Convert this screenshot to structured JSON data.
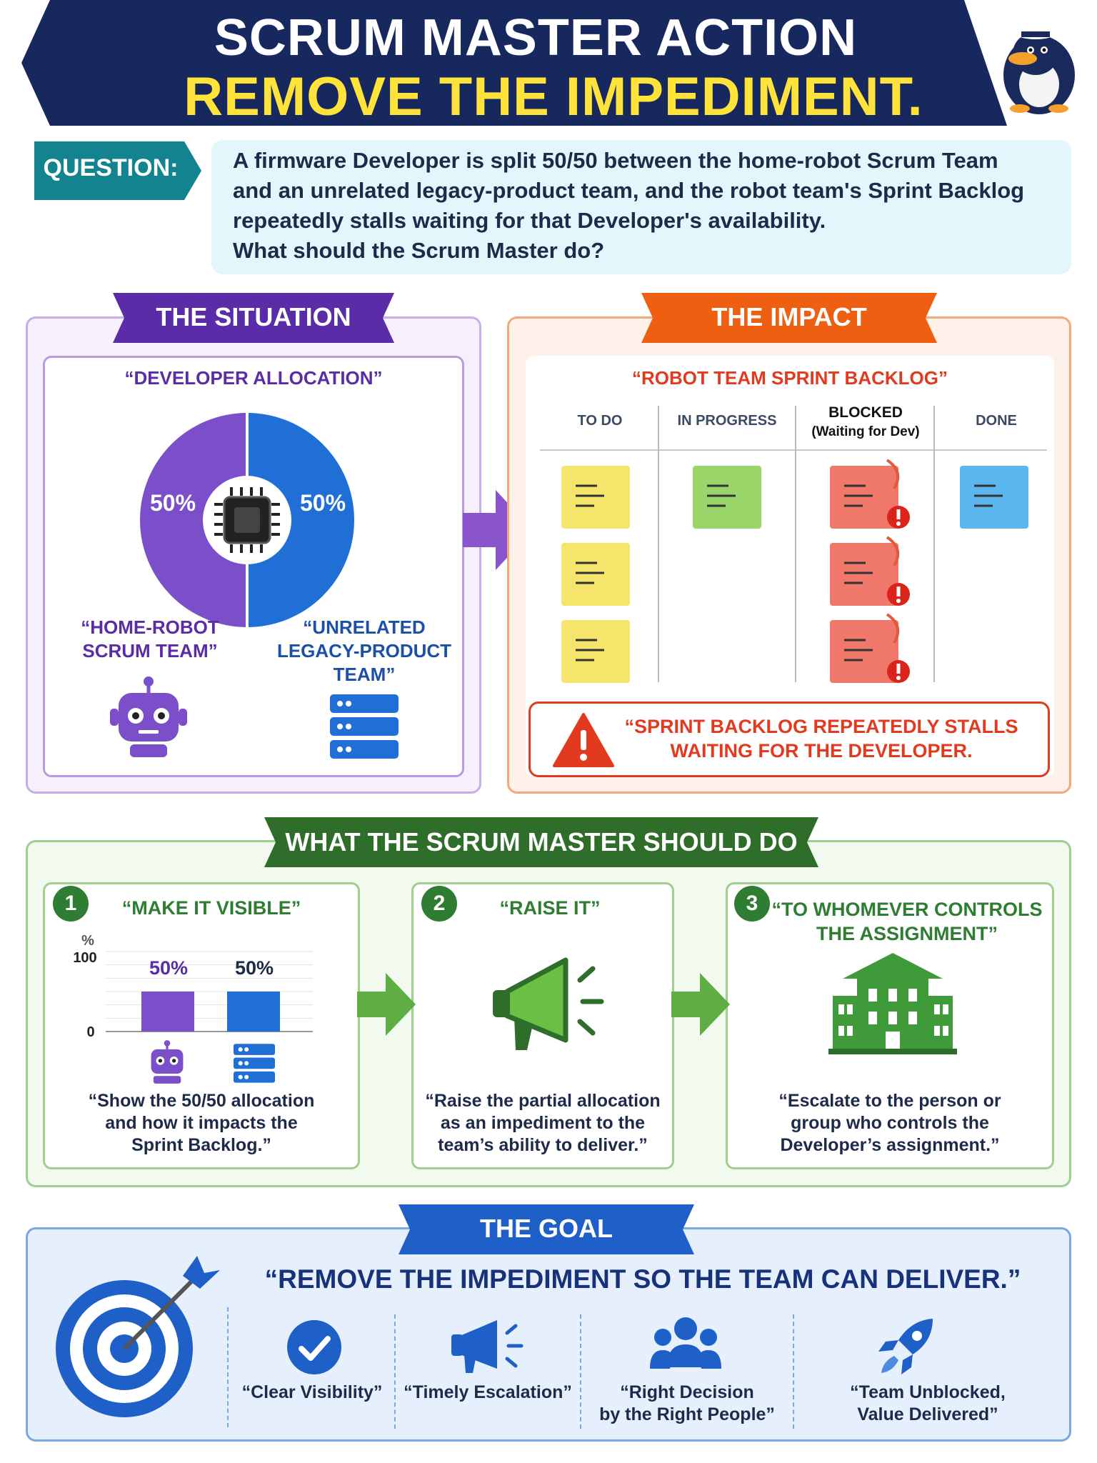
{
  "header": {
    "title_line1": "SCRUM MASTER ACTION",
    "title_line2": "REMOVE THE IMPEDIMENT."
  },
  "question": {
    "tag": "QUESTION:",
    "lines": [
      "A firmware Developer is split 50/50 between the home-robot Scrum Team",
      "and an unrelated legacy-product team, and the robot team's Sprint Backlog",
      "repeatedly stalls waiting for that Developer's availability.",
      "What should the Scrum Master do?"
    ]
  },
  "situation": {
    "ribbon": "THE SITUATION",
    "caption": "“DEVELOPER ALLOCATION”",
    "left_pct": "50%",
    "right_pct": "50%",
    "left_team_lines": [
      "“HOME-ROBOT",
      "SCRUM TEAM”"
    ],
    "right_team_lines": [
      "“UNRELATED",
      "LEGACY-PRODUCT",
      "TEAM”"
    ],
    "colors": {
      "purple": "#7b4fc9",
      "blue": "#1f6fd6"
    }
  },
  "impact": {
    "ribbon": "THE IMPACT",
    "caption": "“ROBOT TEAM SPRINT BACKLOG”",
    "columns": [
      "TO DO",
      "IN PROGRESS",
      "BLOCKED",
      "DONE"
    ],
    "blocked_sub": "(Waiting for Dev)",
    "warning_lines": [
      "“SPRINT BACKLOG REPEATEDLY STALLS",
      "WAITING FOR THE DEVELOPER."
    ],
    "colors": {
      "orange": "#f06a1a",
      "red": "#e23a1e"
    }
  },
  "actions": {
    "ribbon": "WHAT THE SCRUM MASTER SHOULD DO",
    "steps": [
      {
        "num": "1",
        "title": "“MAKE IT VISIBLE”",
        "desc_lines": [
          "“Show the 50/50 allocation",
          "and how it impacts the",
          "Sprint Backlog.”"
        ]
      },
      {
        "num": "2",
        "title": "“RAISE IT”",
        "desc_lines": [
          "“Raise the partial allocation",
          "as an impediment to the",
          "team’s ability to deliver.”"
        ]
      },
      {
        "num": "3",
        "title_lines": [
          "“TO WHOMEVER CONTROLS",
          "THE ASSIGNMENT”"
        ],
        "desc_lines": [
          "“Escalate to the person or",
          "group who controls the",
          "Developer’s assignment.”"
        ]
      }
    ],
    "mini_chart": {
      "unit": "%",
      "y_top": "100",
      "y_bottom": "0",
      "bars": [
        {
          "value": 50,
          "label": "50%",
          "color": "#7b4fc9"
        },
        {
          "value": 50,
          "label": "50%",
          "color": "#1f6fd6"
        }
      ]
    },
    "colors": {
      "green": "#2e7d32"
    }
  },
  "goal": {
    "ribbon": "THE GOAL",
    "headline": "“REMOVE THE IMPEDIMENT SO THE TEAM CAN DELIVER.”",
    "items": [
      {
        "icon": "check-circle-icon",
        "lines": [
          "“Clear Visibility”"
        ]
      },
      {
        "icon": "megaphone-icon",
        "lines": [
          "“Timely Escalation”"
        ]
      },
      {
        "icon": "people-icon",
        "lines": [
          "“Right Decision",
          "by the Right People”"
        ]
      },
      {
        "icon": "rocket-icon",
        "lines": [
          "“Team Unblocked,",
          "Value Delivered”"
        ]
      }
    ],
    "colors": {
      "navy": "#17317a",
      "blue": "#1f5fc8"
    }
  }
}
